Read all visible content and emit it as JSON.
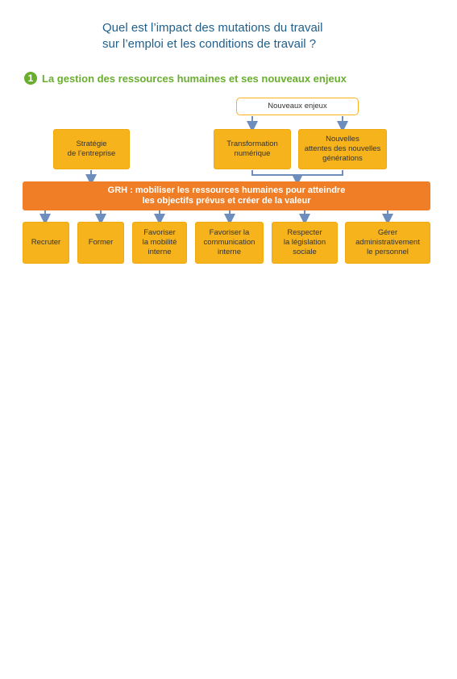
{
  "title": {
    "line1": "Quel est l’impact des mutations du travail",
    "line2": "sur l’emploi et les conditions de travail ?"
  },
  "section": {
    "number": "1",
    "label": "La gestion des ressources humaines et ses nouveaux enjeux"
  },
  "diagram": {
    "top_node": "Nouveaux enjeux",
    "strategy_node": "Stratégie\nde l’entreprise",
    "digital_node": "Transformation\nnumérique",
    "expectations_node": "Nouvelles\nattentes des nouvelles\ngénérations",
    "banner": "GRH : mobiliser les ressources humaines pour atteindre\nles objectifs prévus et créer de la valeur",
    "missions": [
      "Recruter",
      "Former",
      "Favoriser\nla mobilité\ninterne",
      "Favoriser la\ncommunication\ninterne",
      "Respecter\nla législation\nsociale",
      "Gérer\nadministrativement\nle personnel"
    ]
  },
  "colors": {
    "title": "#1f5f8b",
    "section_green": "#6aae2f",
    "box_yellow": "#f7b31b",
    "banner_orange": "#f07e26",
    "connector_blue": "#6d8dbd"
  }
}
